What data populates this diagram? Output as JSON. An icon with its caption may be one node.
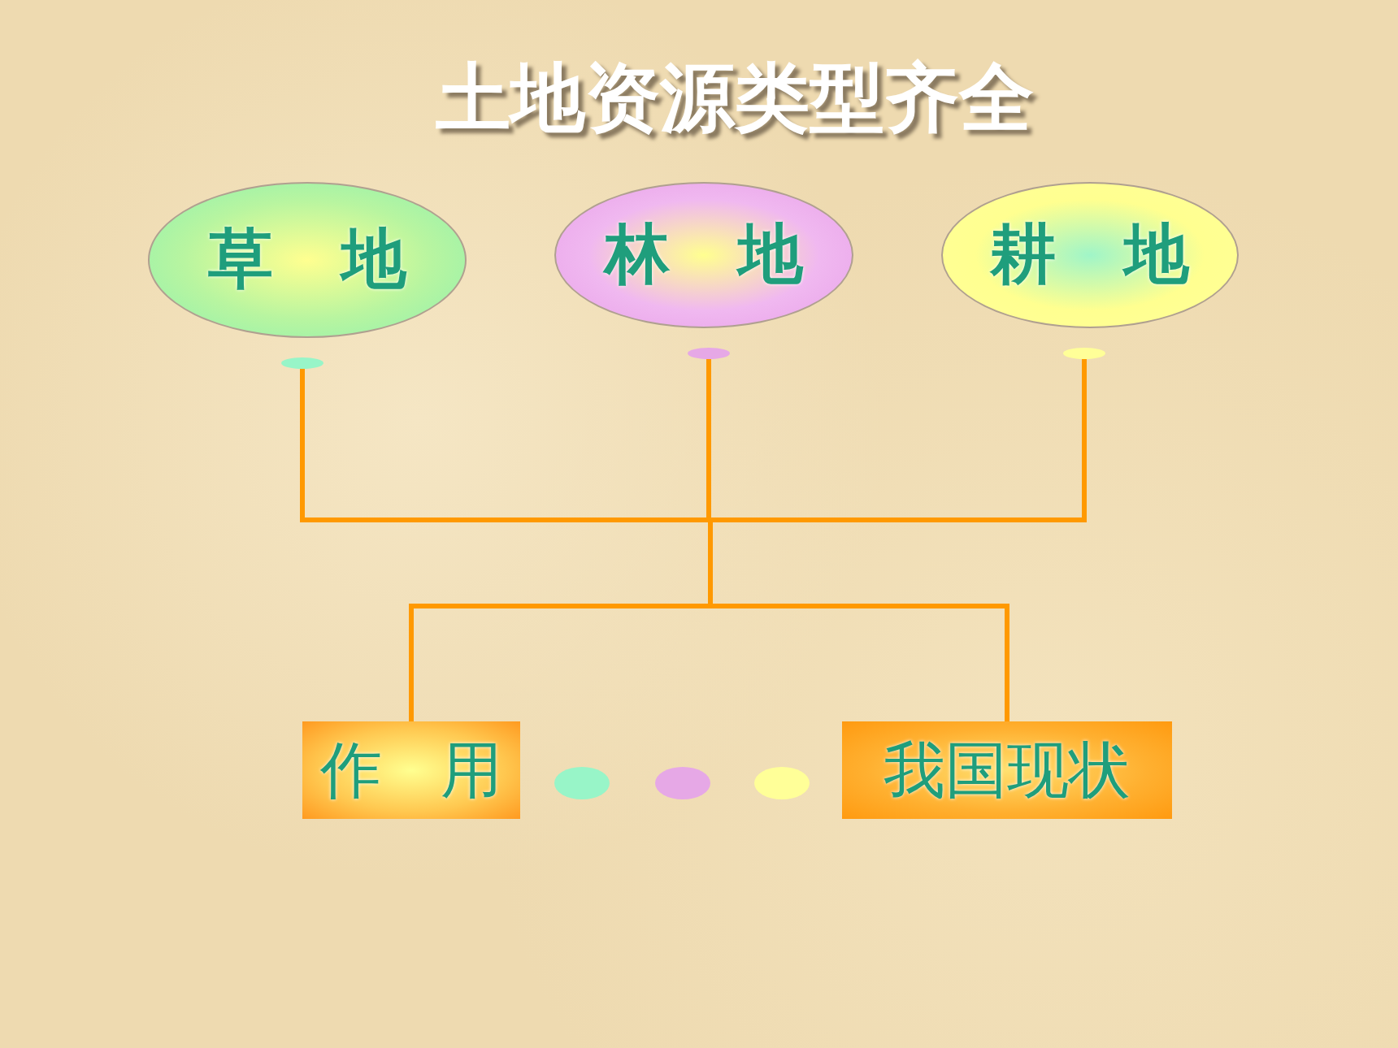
{
  "diagram": {
    "title": "土地资源类型齐全",
    "nodes": [
      {
        "text": [
          "草 地"
        ]
      },
      {
        "text": [
          "林 地"
        ]
      },
      {
        "text": [
          "耕 地"
        ]
      },
      {
        "text": [],
        "shape": "circle"
      },
      {
        "text": [],
        "shape": "circle"
      },
      {
        "text": [],
        "shape": "circle"
      },
      {
        "text": [
          "作 用"
        ]
      },
      {
        "text": [
          "我国现状"
        ]
      }
    ],
    "edges": [
      {
        "from": 3,
        "to": 6,
        "arrow": "none"
      },
      {
        "from": 3,
        "to": 7,
        "arrow": "none"
      },
      {
        "from": 4,
        "to": 6,
        "arrow": "none"
      },
      {
        "from": 4,
        "to": 7,
        "arrow": "none"
      },
      {
        "from": 5,
        "to": 6,
        "arrow": "none"
      },
      {
        "from": 5,
        "to": 7,
        "arrow": "none"
      }
    ]
  }
}
